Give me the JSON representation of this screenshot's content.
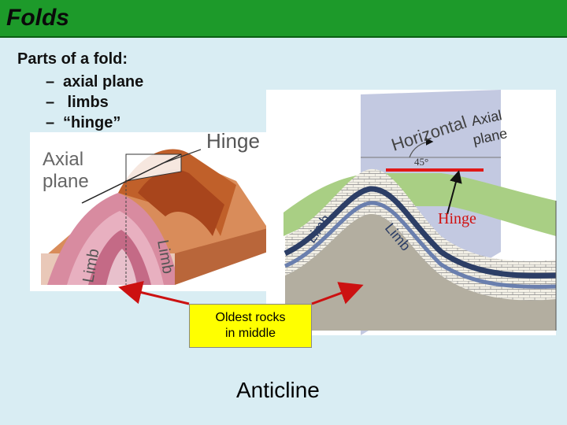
{
  "header": {
    "title": "Folds"
  },
  "bullets": {
    "heading": "Parts of a fold:",
    "items": [
      {
        "dash": "–",
        "text": "axial plane"
      },
      {
        "dash": "–",
        "text": " limbs"
      },
      {
        "dash": "–",
        "text": "“hinge”"
      }
    ]
  },
  "left_diagram": {
    "axial_plane_line1": "Axial",
    "axial_plane_line2": "plane",
    "hinge": "Hinge",
    "limb_left": "Limb",
    "limb_right": "Limb"
  },
  "right_diagram": {
    "horizontal": "Horizontal",
    "axial_line1": "Axial",
    "axial_line2": "plane",
    "angle": "45°",
    "hinge": "Hinge",
    "limb_left": "Limb",
    "limb_right": "Limb"
  },
  "callout": {
    "line1": "Oldest rocks",
    "line2": "in middle"
  },
  "caption": "Anticline",
  "colors": {
    "title_bar": "#1d9a2a",
    "background": "#d9edf3",
    "callout_bg": "#ffff00",
    "arrow": "#cc1111"
  }
}
